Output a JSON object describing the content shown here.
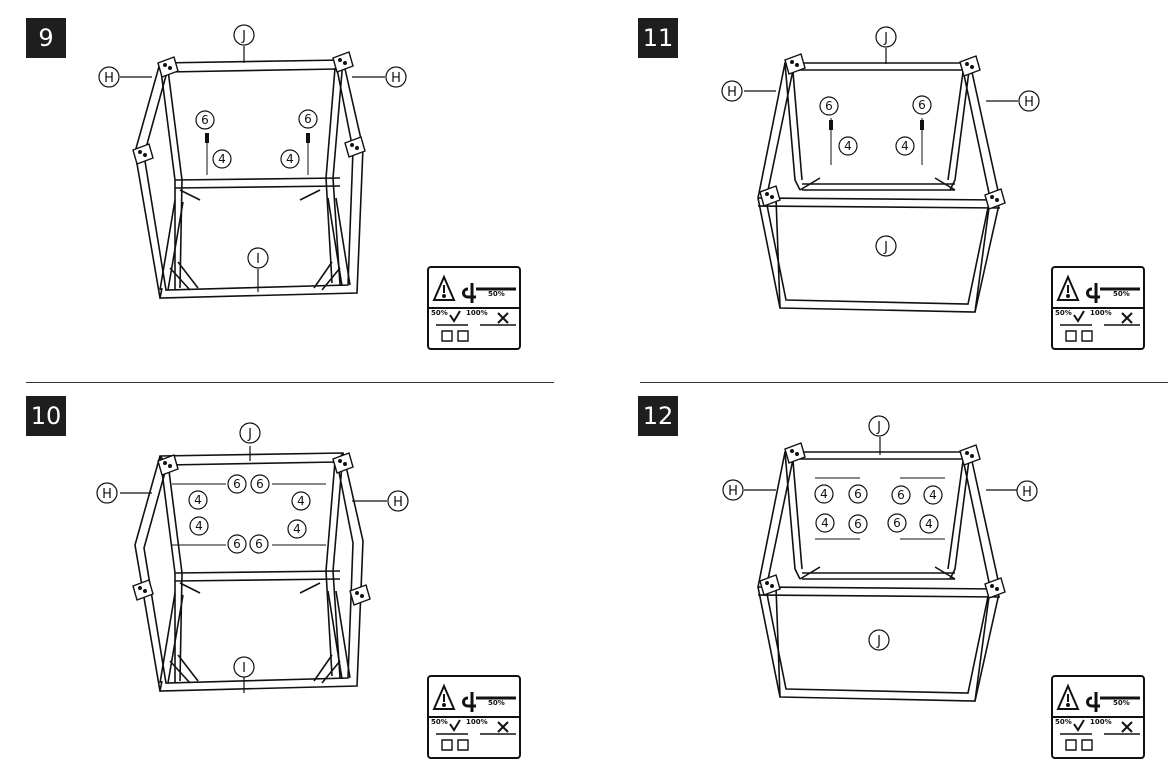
{
  "steps": [
    {
      "number": "9",
      "labels": {
        "top": "J",
        "left": "H",
        "right": "H",
        "bottom": "I"
      },
      "bolt": "6",
      "washer": "4"
    },
    {
      "number": "10",
      "labels": {
        "top": "J",
        "left": "H",
        "right": "H",
        "bottom": "I"
      },
      "bolt": "6",
      "washer": "4"
    },
    {
      "number": "11",
      "labels": {
        "top": "J",
        "left": "H",
        "right": "H",
        "panel": "J"
      },
      "bolt": "6",
      "washer": "4"
    },
    {
      "number": "12",
      "labels": {
        "top": "J",
        "left": "H",
        "right": "H",
        "panel": "J"
      },
      "bolt": "6",
      "washer": "4"
    }
  ],
  "torque_note": {
    "percent": "50%",
    "ok": "50%",
    "bad": "100%",
    "icons": [
      "warning-icon",
      "allen-key-icon",
      "check-icon",
      "cross-icon",
      "screwdriver-icon"
    ]
  }
}
